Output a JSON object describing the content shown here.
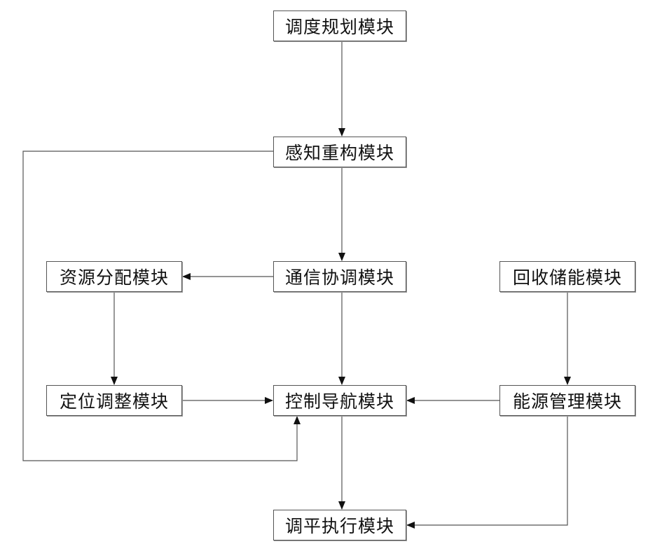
{
  "nodes": {
    "diaodu": "调度规划模块",
    "ganzhi": "感知重构模块",
    "tongxin": "通信协调模块",
    "ziyuan": "资源分配模块",
    "huishou": "回收储能模块",
    "dingwei": "定位调整模块",
    "kongzhi": "控制导航模块",
    "nengyuan": "能源管理模块",
    "tiaoping": "调平执行模块"
  },
  "edges": [
    {
      "from": "diaodu",
      "to": "ganzhi"
    },
    {
      "from": "ganzhi",
      "to": "tongxin"
    },
    {
      "from": "ganzhi",
      "to": "kongzhi"
    },
    {
      "from": "tongxin",
      "to": "ziyuan"
    },
    {
      "from": "tongxin",
      "to": "kongzhi"
    },
    {
      "from": "ziyuan",
      "to": "dingwei"
    },
    {
      "from": "dingwei",
      "to": "kongzhi"
    },
    {
      "from": "huishou",
      "to": "nengyuan"
    },
    {
      "from": "nengyuan",
      "to": "kongzhi"
    },
    {
      "from": "kongzhi",
      "to": "tiaoping"
    },
    {
      "from": "nengyuan",
      "to": "tiaoping"
    }
  ],
  "colors": {
    "line": "#555555",
    "box_border": "#555555",
    "text": "#111111"
  }
}
